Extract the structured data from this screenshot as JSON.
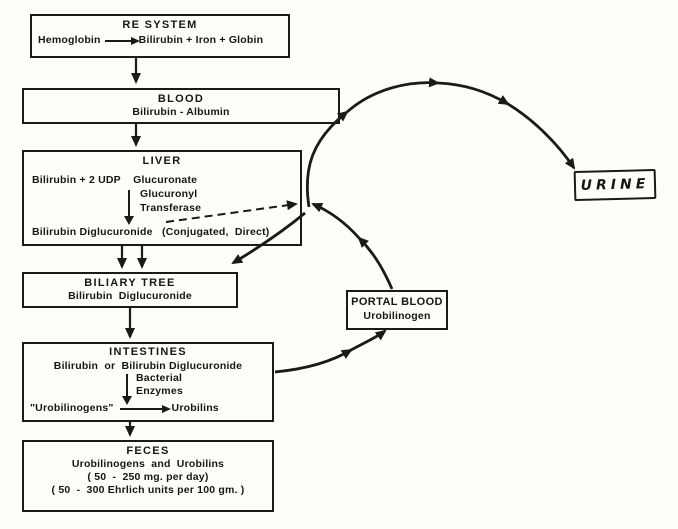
{
  "diagram": {
    "re_system": {
      "title": "RE SYSTEM",
      "from": "Hemoglobin",
      "to": "Bilirubin + Iron + Globin"
    },
    "blood": {
      "title": "BLOOD",
      "line": "Bilirubin - Albumin"
    },
    "liver": {
      "title": "LIVER",
      "substrate": "Bilirubin + 2 UDP    Glucuronate",
      "enzyme_1": "Glucuronyl",
      "enzyme_2": "Transferase",
      "product": "Bilirubin Diglucuronide   (Conjugated,  Direct)"
    },
    "biliary_tree": {
      "title": "BILIARY TREE",
      "line": "Bilirubin  Diglucuronide"
    },
    "intestines": {
      "title": "INTESTINES",
      "substrate": "Bilirubin  or  Bilirubin Diglucuronide",
      "enzyme_1": "Bacterial",
      "enzyme_2": "Enzymes",
      "from": "\"Urobilinogens\"",
      "to": "Urobilins"
    },
    "feces": {
      "title": "FECES",
      "line1": "Urobilinogens  and  Urobilins",
      "line2": "( 50  -  250 mg. per day)",
      "line3": "( 50  -  300 Ehrlich units per 100 gm. )"
    },
    "portal_blood": {
      "title": "PORTAL BLOOD",
      "line": "Urobilinogen"
    },
    "urine": {
      "title": "URINE"
    },
    "ink_color": "#1a1a1a",
    "background_color": "#fdfdfa"
  }
}
